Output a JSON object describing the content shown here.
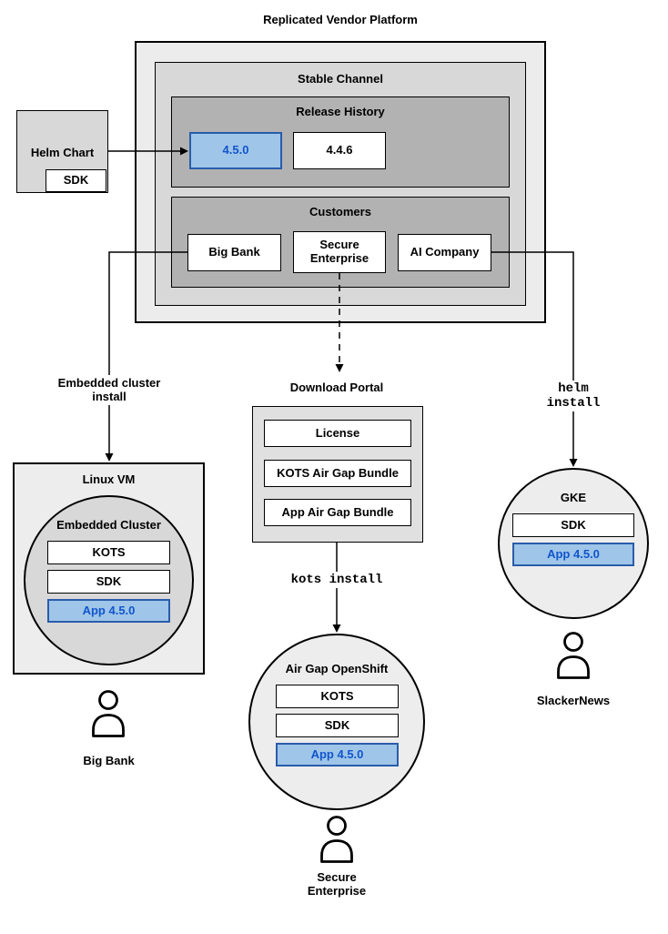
{
  "title": "Replicated Vendor Platform",
  "platform": {
    "stable_channel": {
      "title": "Stable Channel",
      "release_history": {
        "title": "Release History",
        "releases": [
          "4.5.0",
          "4.4.6"
        ]
      },
      "customers": {
        "title": "Customers",
        "items": [
          "Big Bank",
          "Secure\nEnterprise",
          "AI Company"
        ]
      }
    }
  },
  "helm_chart": {
    "label": "Helm Chart",
    "sdk": "SDK"
  },
  "connectors": {
    "embedded_cluster_install": "Embedded cluster\ninstall",
    "helm_install": "helm install",
    "kots_install": "kots install"
  },
  "download_portal": {
    "title": "Download Portal",
    "items": [
      "License",
      "KOTS Air Gap Bundle",
      "App Air Gap Bundle"
    ]
  },
  "linux_vm": {
    "title": "Linux VM",
    "embedded_cluster": {
      "title": "Embedded Cluster",
      "stack": [
        "KOTS",
        "SDK",
        "App 4.5.0"
      ]
    },
    "owner": "Big Bank"
  },
  "air_gap_openshift": {
    "title": "Air Gap OpenShift",
    "stack": [
      "KOTS",
      "SDK",
      "App 4.5.0"
    ],
    "owner": "Secure\nEnterprise"
  },
  "gke": {
    "title": "GKE",
    "stack": [
      "SDK",
      "App 4.5.0"
    ],
    "owner": "SlackerNews"
  },
  "colors": {
    "highlight_fill": "#9fc5e8",
    "highlight_border": "#2a5caa",
    "highlight_text": "#1155cc"
  }
}
